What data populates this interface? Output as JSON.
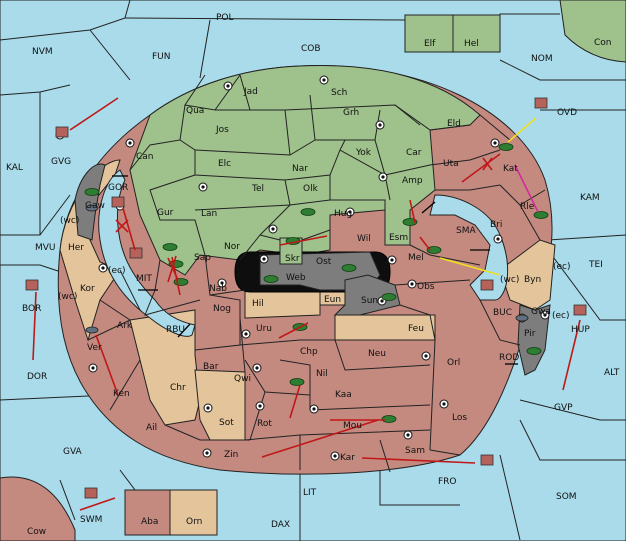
{
  "map": {
    "colors": {
      "sea": "#a9dbea",
      "green_power": "#9fc18c",
      "red_power": "#c48a80",
      "neutral_tan": "#e4c49a",
      "impassable_grey": "#7d7d7d",
      "order_red": "#c01818",
      "order_yellow": "#f0e020",
      "order_magenta": "#d22b9d"
    },
    "regions": {
      "POL": "POL",
      "COB": "COB",
      "NVM": "NVM",
      "FUN": "FUN",
      "NOM": "NOM",
      "Con": "Con",
      "Elf": "Elf",
      "Hel": "Hel",
      "OVD": "OVD",
      "KAL": "KAL",
      "GVG": "GVG",
      "KAM": "KAM",
      "TEI": "TEI",
      "MVU": "MVU",
      "BOR": "BOR",
      "DOR": "DOR",
      "ALT": "ALT",
      "GVP": "GVP",
      "HUP": "HUP",
      "GVA": "GVA",
      "FRO": "FRO",
      "SOM": "SOM",
      "LIT": "LIT",
      "DAX": "DAX",
      "SWM": "SWM",
      "Cow": "Cow",
      "Aba": "Aba",
      "Orn": "Orn",
      "Jad": "Jad",
      "Sch": "Sch",
      "Qua": "Qua",
      "Jos": "Jos",
      "Grh": "Grh",
      "Eld": "Eld",
      "Can": "Can",
      "Yok": "Yok",
      "Car": "Car",
      "Uta": "Uta",
      "Elc": "Elc",
      "Nar": "Nar",
      "Kat": "Kat",
      "Tel": "Tel",
      "Olk": "Olk",
      "Amp": "Amp",
      "Gur": "Gur",
      "Lan": "Lan",
      "Hug": "Hug",
      "Rle": "Rle",
      "Bri": "Bri",
      "Esm": "Esm",
      "Nor": "Nor",
      "Wil": "Wil",
      "SMA": "SMA",
      "Sap": "Sap",
      "Skr": "Skr",
      "Ost": "Ost",
      "Web": "Web",
      "Mel": "Mel",
      "Byn": "Byn",
      "Nab": "Nab",
      "Eun": "Eun",
      "Sun": "Sun",
      "Obs": "Obs",
      "Hil": "Hil",
      "Nog": "Nog",
      "Gwa": "Gwa",
      "Uru": "Uru",
      "Feu": "Feu",
      "Pir": "Pir",
      "Chp": "Chp",
      "Neu": "Neu",
      "Bar": "Bar",
      "Qwi": "Qwi",
      "Orl": "Orl",
      "Nil": "Nil",
      "Chr": "Chr",
      "Ken": "Ken",
      "Kaa": "Kaa",
      "Ail": "Ail",
      "Sot": "Sot",
      "Rot": "Rot",
      "Los": "Los",
      "Mou": "Mou",
      "Zin": "Zin",
      "Kar": "Kar",
      "Sam": "Sam",
      "Gaw": "Gaw",
      "Her": "Her",
      "Kor": "Kor",
      "Ark": "Ark",
      "Ver": "Ver",
      "GOR": "GOR",
      "MIT": "MIT",
      "RBU": "RBU",
      "BUC": "BUC",
      "ROD": "ROD"
    },
    "coast_tags": {
      "wc": "(wc)",
      "ec": "(ec)"
    }
  }
}
